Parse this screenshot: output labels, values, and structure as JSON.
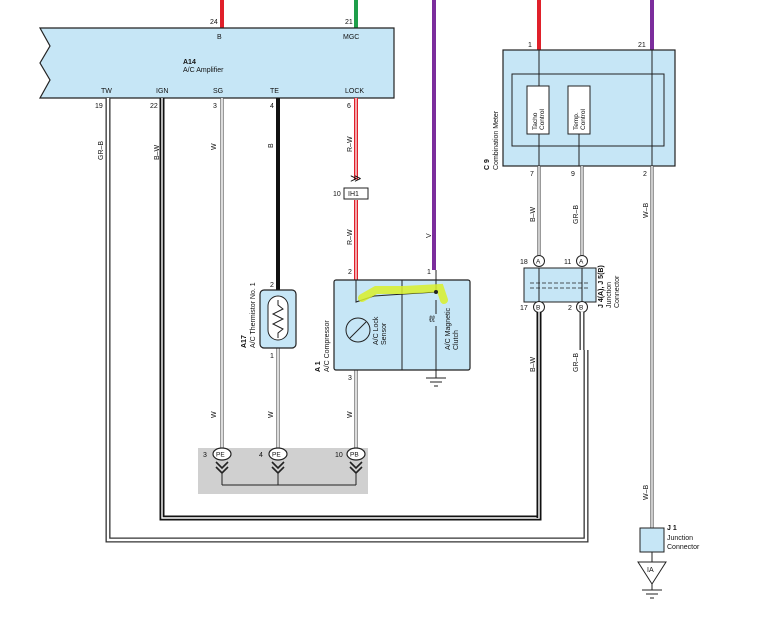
{
  "colors": {
    "box_fill": "#c6e6f6",
    "red": "#e0202a",
    "green": "#1e9e4a",
    "violet": "#7b2d9c",
    "highlight": "#d8ef2a",
    "ground_shade": "#d0d0d0"
  },
  "amp": {
    "code": "A14",
    "name": "A/C Amplifier",
    "top_pins": [
      {
        "num": "24",
        "label": "B"
      },
      {
        "num": "21",
        "label": "MGC"
      }
    ],
    "bottom_pins": [
      {
        "num": "19",
        "label": "TW"
      },
      {
        "num": "22",
        "label": "IGN"
      },
      {
        "num": "3",
        "label": "SG"
      },
      {
        "num": "4",
        "label": "TE"
      },
      {
        "num": "6",
        "label": "LOCK"
      }
    ]
  },
  "wire_colors": {
    "tw": "GR–B",
    "ign": "B–W",
    "sg": "W",
    "te": "B",
    "lock_upper": "R–W",
    "lock_lower": "R–W",
    "mgc": "V",
    "sg_lower": "W",
    "therm_lower": "W",
    "comp_lower": "W",
    "meter_left": "B–W",
    "meter_mid": "GR–B",
    "meter_right": "W–B",
    "jc_left_lower": "B–W",
    "jc_mid_lower": "GR–B",
    "ground_right": "W–B"
  },
  "ih1": {
    "pin": "10",
    "label": "IH1"
  },
  "thermistor": {
    "code": "A17",
    "name": "A/C Thermistor No. 1",
    "pin_top": "2",
    "pin_bottom": "1"
  },
  "compressor": {
    "code": "A 1",
    "name": "A/C Compressor",
    "pin_left_top": "2",
    "pin_right_top": "1",
    "pin_bottom": "3",
    "sensor": "A/C Lock\nSensor",
    "clutch": "A/C Magnetic\nClutch"
  },
  "ground_points": [
    {
      "num": "3",
      "label": "PE"
    },
    {
      "num": "4",
      "label": "PE"
    },
    {
      "num": "10",
      "label": "PB"
    }
  ],
  "meter": {
    "code": "C 9",
    "name": "Combination Meter",
    "pin_top_left": "1",
    "pin_top_right": "21",
    "tacho": "Tacho\nControl",
    "temp": "Temp.\nControl",
    "pins_bottom": [
      "7",
      "9",
      "2"
    ]
  },
  "junction_j4": {
    "label": "J 4(A), J 5(B)\nJunction\nConnector",
    "pins": [
      {
        "num": "18",
        "letter": "A"
      },
      {
        "num": "11",
        "letter": "A"
      },
      {
        "num": "17",
        "letter": "B"
      },
      {
        "num": "2",
        "letter": "B"
      }
    ]
  },
  "junction_j1": {
    "code": "J 1",
    "name": "Junction",
    "name2": "Connector"
  },
  "ground_ia": {
    "label": "IA"
  }
}
